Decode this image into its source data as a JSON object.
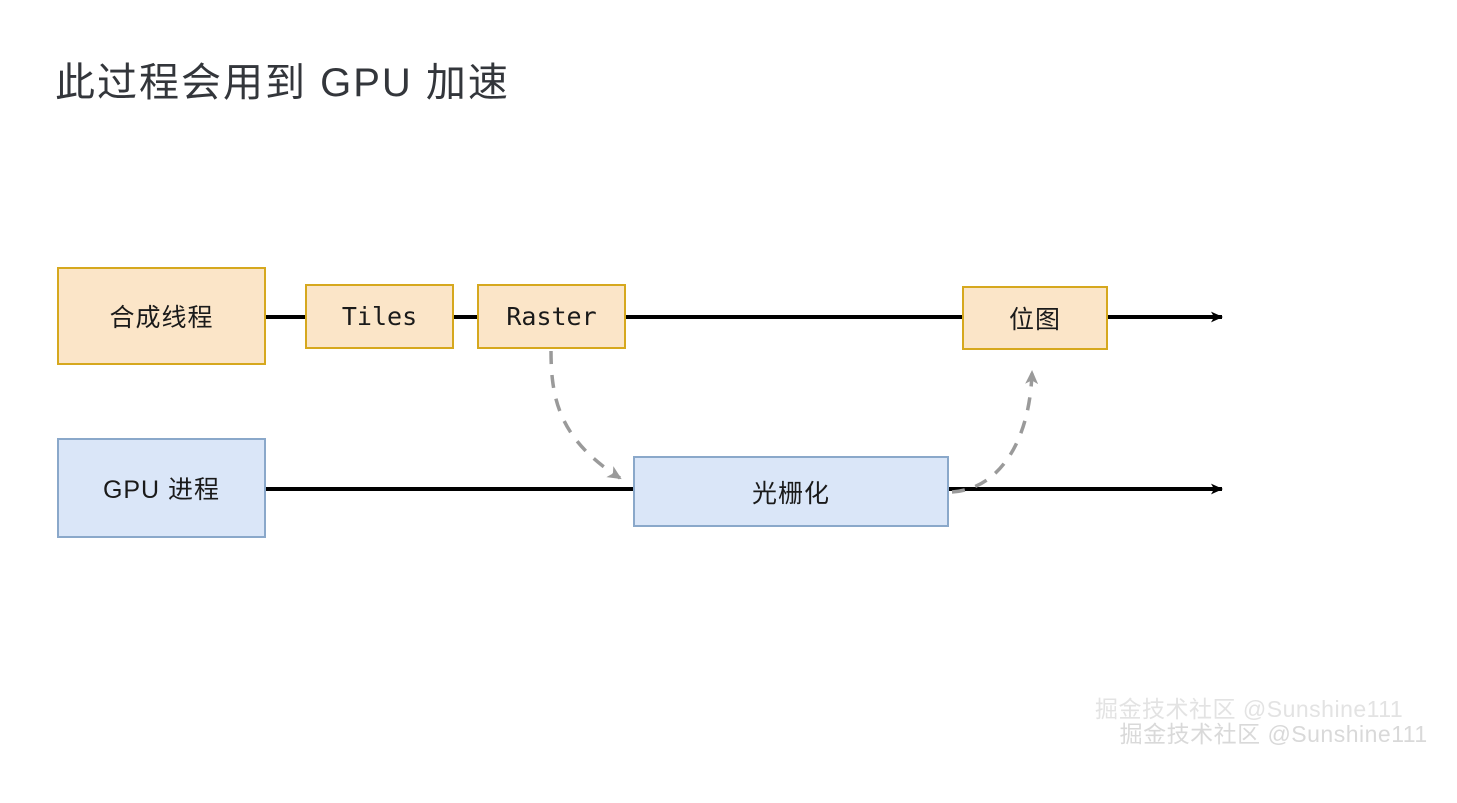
{
  "page": {
    "title": "此过程会用到 GPU 加速",
    "background_color": "#ffffff",
    "title_color": "#33363b"
  },
  "diagram": {
    "type": "flow-diagram",
    "lanes": [
      {
        "id": "compositor-lane",
        "label": "合成线程",
        "color_fill": "#fbe5c8",
        "color_border": "#d6a81e",
        "nodes": [
          "合成线程",
          "Tiles",
          "Raster",
          "位图"
        ]
      },
      {
        "id": "gpu-lane",
        "label": "GPU 进程",
        "color_fill": "#dae6f8",
        "color_border": "#8aa8ca",
        "nodes": [
          "GPU 进程",
          "光栅化"
        ]
      }
    ],
    "nodes": {
      "composite_thread": "合成线程",
      "tiles": "Tiles",
      "raster": "Raster",
      "bitmap": "位图",
      "gpu_process": "GPU 进程",
      "rasterize": "光栅化"
    },
    "edges": [
      {
        "from": "合成线程",
        "to": "Tiles",
        "style": "solid",
        "color": "#000000"
      },
      {
        "from": "Tiles",
        "to": "Raster",
        "style": "solid",
        "color": "#000000"
      },
      {
        "from": "Raster",
        "to": "位图",
        "style": "solid",
        "color": "#000000"
      },
      {
        "from": "位图",
        "to": "",
        "style": "solid-arrow",
        "color": "#000000"
      },
      {
        "from": "GPU 进程",
        "to": "光栅化",
        "style": "solid",
        "color": "#000000"
      },
      {
        "from": "光栅化",
        "to": "",
        "style": "solid-arrow",
        "color": "#000000"
      },
      {
        "from": "Raster",
        "to": "光栅化",
        "style": "dashed-curve",
        "color": "#9a9a9a"
      },
      {
        "from": "光栅化",
        "to": "位图",
        "style": "dashed-curve",
        "color": "#9a9a9a"
      }
    ],
    "dashed_edge_color": "#9a9a9a",
    "solid_edge_color": "#000000"
  },
  "watermark": {
    "text": "掘金技术社区 @Sunshine111",
    "color": "#d9d9d9"
  }
}
